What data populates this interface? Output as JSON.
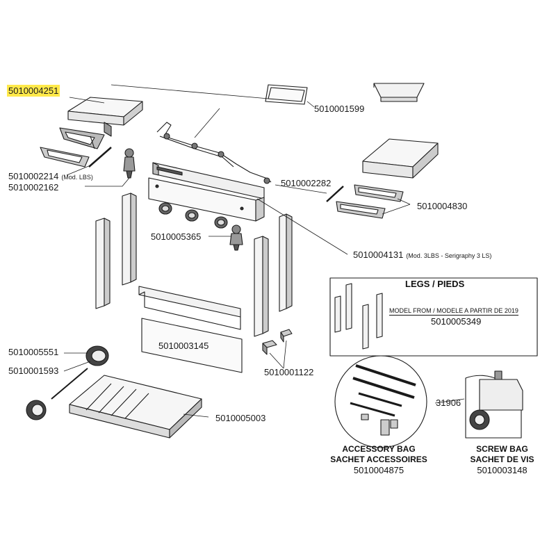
{
  "highlight_color": "#ffe94a",
  "line_color": "#1a1a1a",
  "parts": {
    "side_shelf_left": "5010004251",
    "shelf_bracket": "5010001599",
    "side_shelf_support": "5010002214",
    "side_shelf_support_note": "(Mod. LBS)",
    "control_panel_bracket": "5010002162",
    "crossbar_right": "5010002282",
    "side_shelf_right_support": "5010004830",
    "knob": "5010005365",
    "control_panel": "5010004131",
    "control_panel_note": "(Mod. 3LBS - Serigraphy 3 LS)",
    "front_panel": "5010003145",
    "wheel": "5010005551",
    "axle": "5010001593",
    "caps": "5010001122",
    "bottom_shelf": "5010005003"
  },
  "legs_box": {
    "title": "LEGS / PIEDS",
    "model_note": "MODEL FROM / MODELE A PARTIR DE 2019",
    "code": "5010005349"
  },
  "bags": {
    "accessory_title_en": "ACCESSORY BAG",
    "accessory_title_fr": "SACHET ACCESSOIRES",
    "accessory_code": "5010004875",
    "screw_title_en": "SCREW BAG",
    "screw_title_fr": "SACHET DE VIS",
    "screw_code": "5010003148",
    "gas_part": "31906"
  }
}
